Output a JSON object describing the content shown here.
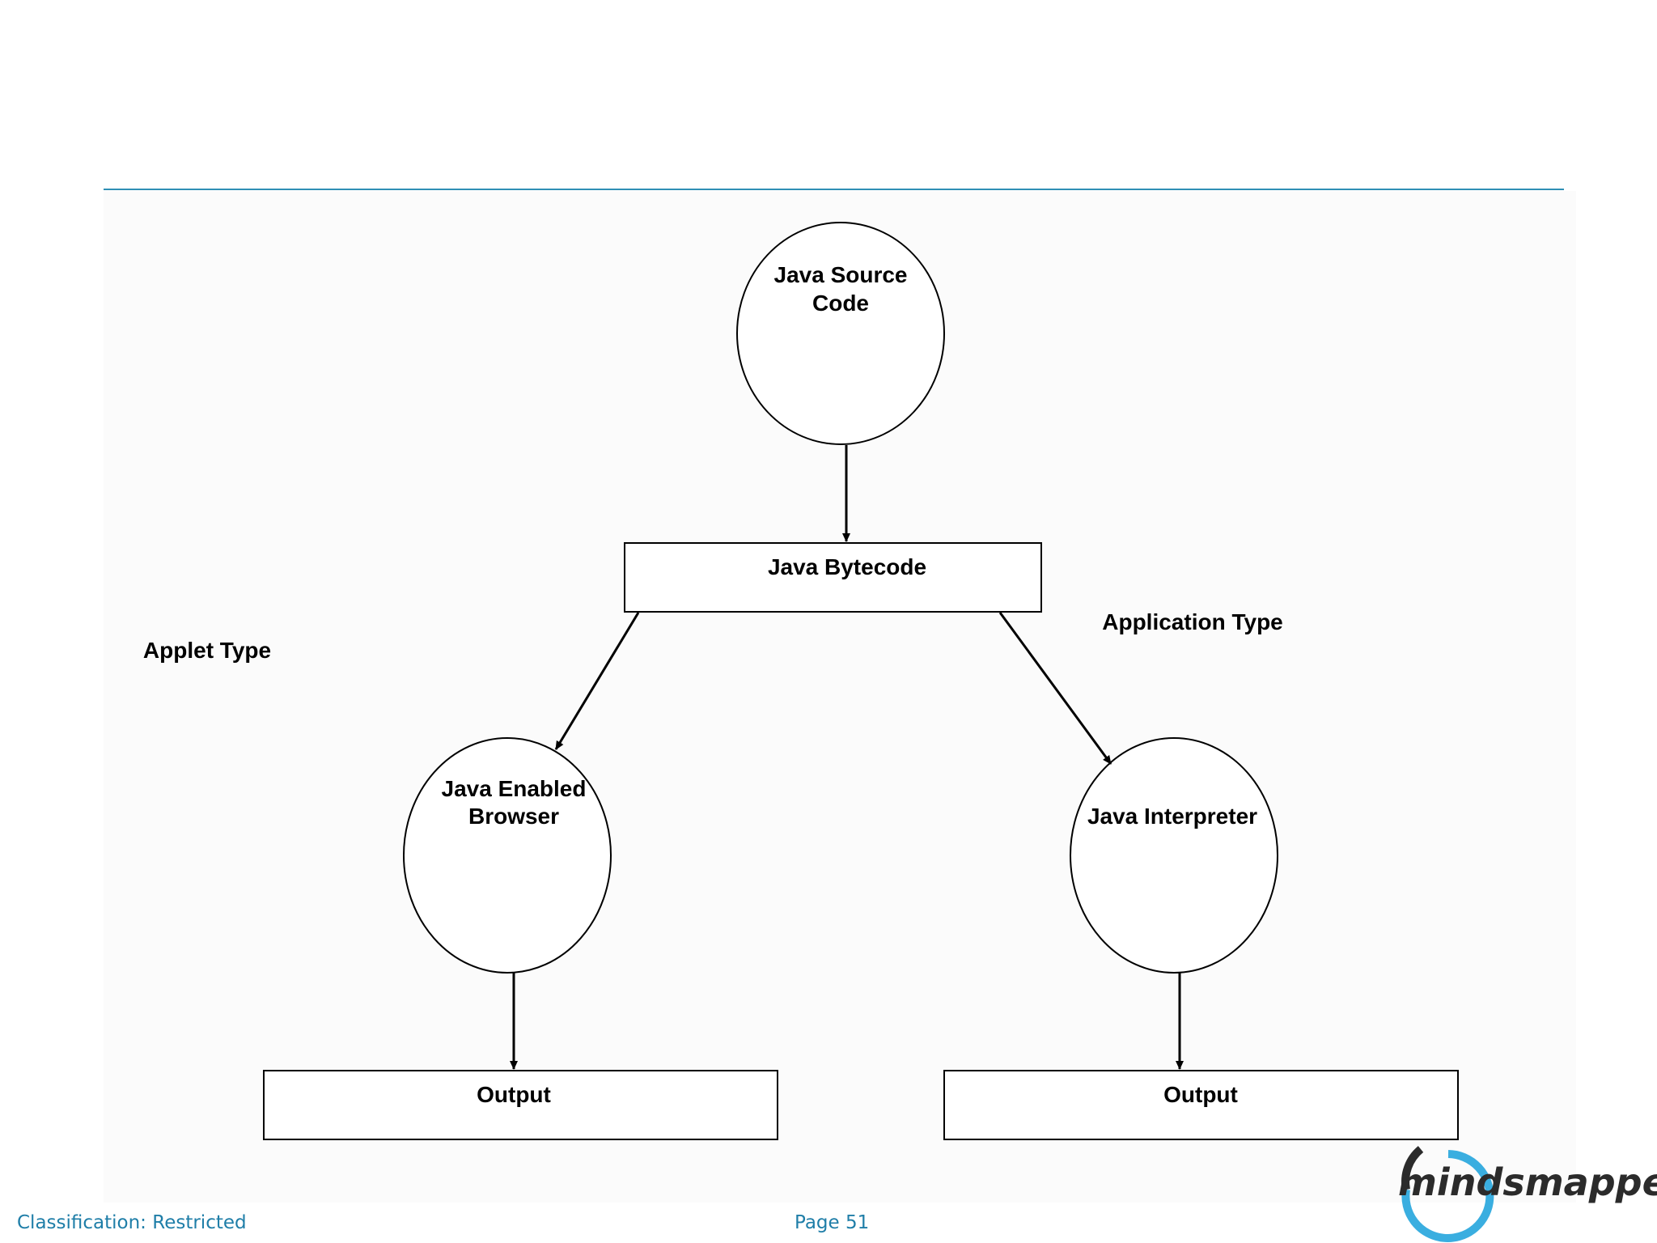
{
  "diagram": {
    "nodes": {
      "source": {
        "line1": "Java Source",
        "line2": "Code"
      },
      "bytecode": {
        "label": "Java Bytecode"
      },
      "browser": {
        "line1": "Java Enabled",
        "line2": "Browser"
      },
      "interpreter": {
        "label": "Java Interpreter"
      },
      "output_left": {
        "label": "Output"
      },
      "output_right": {
        "label": "Output"
      }
    },
    "labels": {
      "applet": "Applet Type",
      "application": "Application Type"
    },
    "edges": [
      {
        "from": "source",
        "to": "bytecode"
      },
      {
        "from": "bytecode",
        "to": "browser"
      },
      {
        "from": "bytecode",
        "to": "interpreter"
      },
      {
        "from": "browser",
        "to": "output_left"
      },
      {
        "from": "interpreter",
        "to": "output_right"
      }
    ]
  },
  "footer": {
    "classification": "Classification: Restricted",
    "page": "Page 51"
  },
  "logo": {
    "text": "mindsmapped",
    "accent": "#3aaee0",
    "dark": "#2b2b2b"
  },
  "colors": {
    "rule": "#2f8fb5",
    "footer_text": "#1f7ea8"
  }
}
